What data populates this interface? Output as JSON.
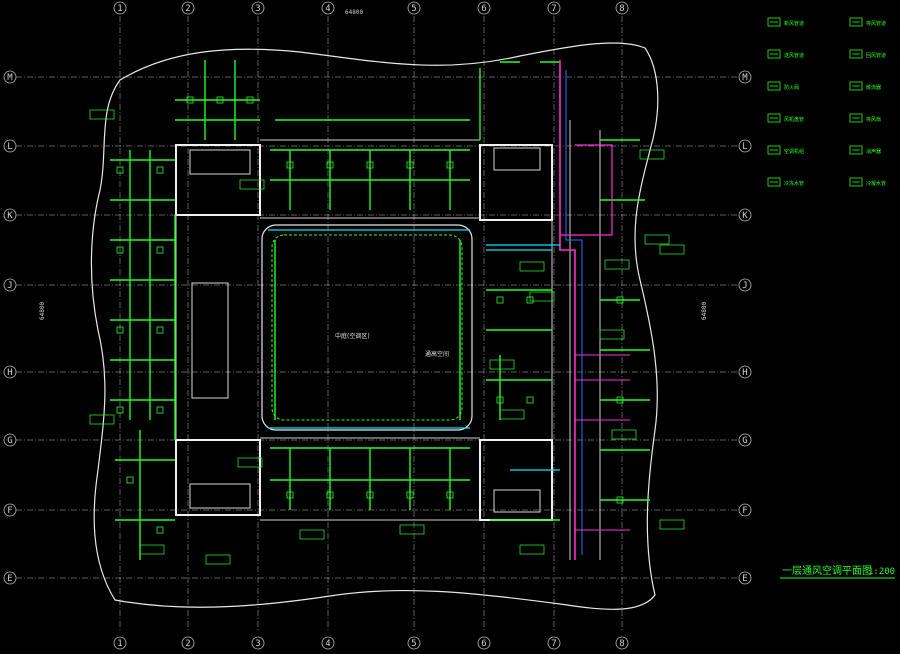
{
  "drawing": {
    "title": "一层通风空调平面图",
    "scale": "1:200",
    "background": "#000000",
    "colors": {
      "axis": "#bbbbbb",
      "wall": "#f0f0f0",
      "duct": "#22ff22",
      "duct_accent": "#00e5ff",
      "pipe": "#ff2bd6",
      "pipe_blue": "#2a6bff",
      "tag": "#22ff22"
    }
  },
  "axes": {
    "columns": [
      "1",
      "2",
      "3",
      "4",
      "5",
      "6",
      "7",
      "8"
    ],
    "rows": [
      "M",
      "L",
      "K",
      "J",
      "H",
      "G",
      "F",
      "E"
    ]
  },
  "dimensions": {
    "top_overall": "64800",
    "left_overall": "64800",
    "right_overall": "64800"
  },
  "rooms": {
    "atrium": "中庭(空调区)",
    "atrium_note": "通高空间"
  },
  "legend": [
    {
      "label": "新风管道"
    },
    {
      "label": "排风管道"
    },
    {
      "label": "送风管道"
    },
    {
      "label": "回风管道"
    },
    {
      "label": "防火阀"
    },
    {
      "label": "散流器"
    },
    {
      "label": "风机盘管"
    },
    {
      "label": "排风扇"
    },
    {
      "label": "空调机组"
    },
    {
      "label": "消声器"
    },
    {
      "label": "冷冻水管"
    },
    {
      "label": "冷凝水管"
    }
  ]
}
